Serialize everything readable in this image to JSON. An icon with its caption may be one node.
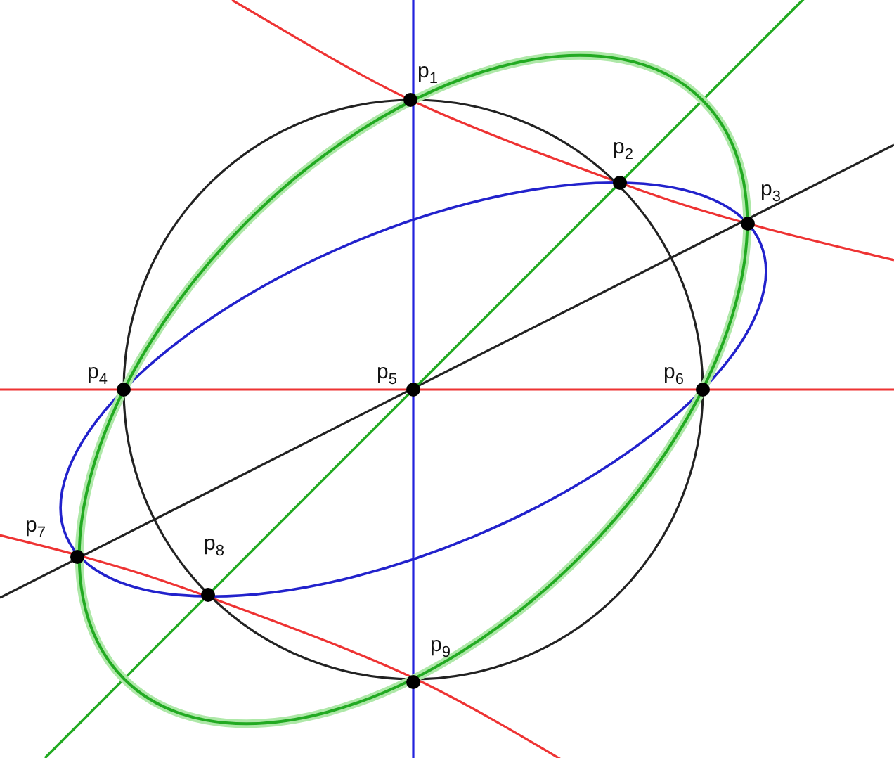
{
  "diagram": {
    "labels": [
      "p$_{1}$",
      "p$_{2}$",
      "p$_{3}$",
      "p$_{4}$",
      "p$_{5}$",
      "p$_{6}$",
      "p$_{7}$",
      "p$_{8}$",
      "p$_{9}$"
    ]
  }
}
